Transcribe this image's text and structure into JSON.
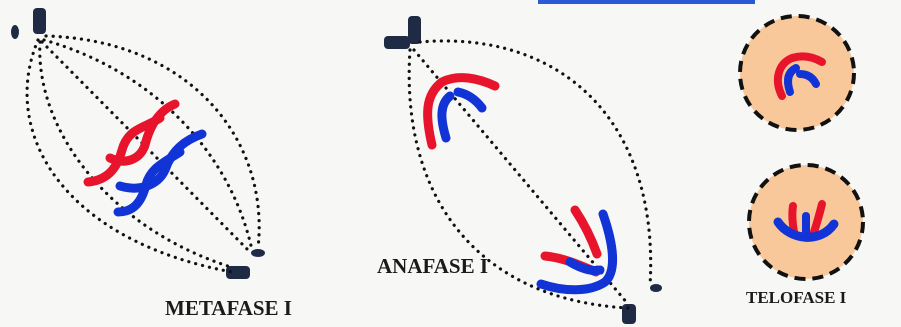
{
  "labels": {
    "metafase": "METAFASE I",
    "anafase": "ANAFASE I",
    "telofase": "TELOFASE I"
  },
  "colors": {
    "chromosome_maternal": "#e8142b",
    "chromosome_paternal": "#1234d6",
    "cell_fill": "#f8c89a",
    "fiber": "#111111",
    "centrosome": "#1f2a44",
    "top_bar": "#2a5bd7"
  }
}
